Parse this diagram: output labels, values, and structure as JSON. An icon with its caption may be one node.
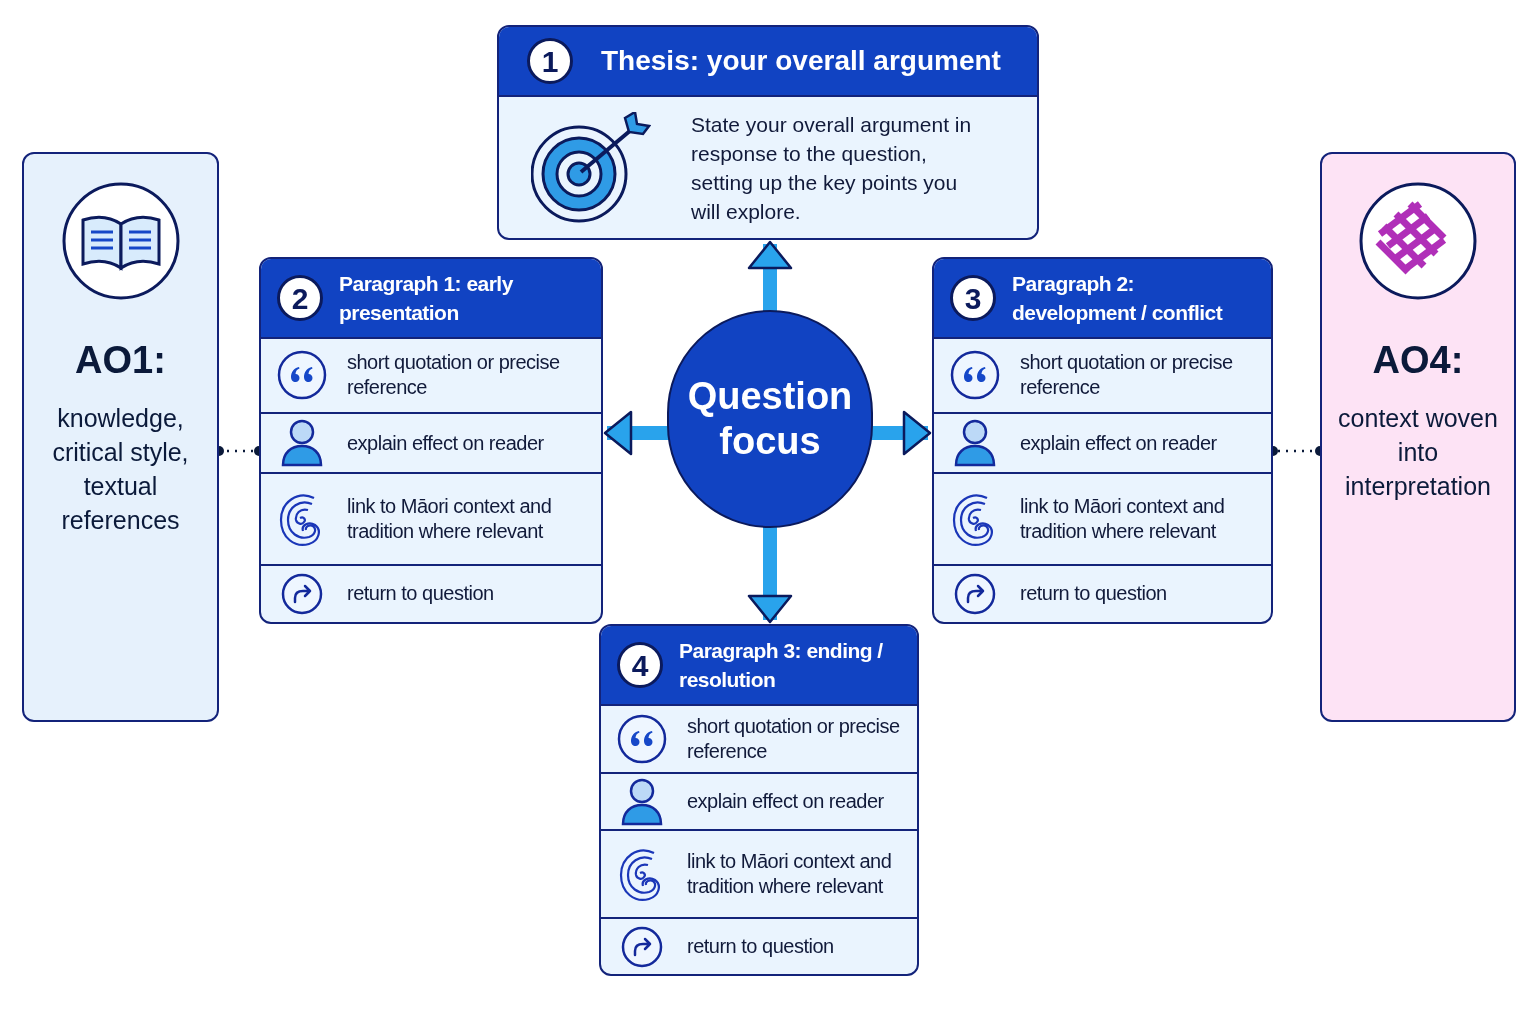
{
  "diagram": {
    "nodes": [
      {
        "text": [
          "1",
          "Thesis: your overall argument",
          "State your overall argument in response to the question, setting up the key points you will explore."
        ]
      },
      {
        "text": [
          "AO1:",
          "knowledge, critical style, textual references"
        ]
      },
      {
        "text": [
          "2",
          "Paragraph 1: early presentation"
        ]
      },
      {
        "text": [
          "short quotation or precise reference"
        ],
        "in": 2
      },
      {
        "text": [
          "explain effect on reader"
        ],
        "in": 2
      },
      {
        "text": [
          "link to Māori context and tradition where relevant"
        ],
        "in": 2
      },
      {
        "text": [
          "return to question"
        ],
        "in": 2
      },
      {
        "text": [
          "Question focus"
        ]
      },
      {
        "text": [
          "3",
          "Paragraph 2: development / conflict"
        ]
      },
      {
        "text": [
          "short quotation or precise reference"
        ],
        "in": 8
      },
      {
        "text": [
          "explain effect on reader"
        ],
        "in": 8
      },
      {
        "text": [
          "link to Māori context and tradition where relevant"
        ],
        "in": 8
      },
      {
        "text": [
          "return to question"
        ],
        "in": 8
      },
      {
        "text": [
          "AO4:",
          "context woven into interpretation"
        ]
      },
      {
        "text": [
          "4",
          "Paragraph 3: ending / resolution"
        ]
      },
      {
        "text": [
          "short quotation or precise reference"
        ],
        "in": 14
      },
      {
        "text": [
          "explain effect on reader"
        ],
        "in": 14
      },
      {
        "text": [
          "link to Māori context and tradition where relevant"
        ],
        "in": 14
      },
      {
        "text": [
          "return to question"
        ],
        "in": 14
      }
    ],
    "edges": [
      {
        "from": 7,
        "to": 0,
        "arrow": "to"
      },
      {
        "from": 7,
        "to": 2,
        "arrow": "to"
      },
      {
        "from": 7,
        "to": 8,
        "arrow": "to"
      },
      {
        "from": 7,
        "to": 14,
        "arrow": "to"
      },
      {
        "from": 1,
        "to": 2,
        "arrow": "other",
        "style": "dashed",
        "color": "#0b1a3a"
      },
      {
        "from": 13,
        "to": 8,
        "arrow": "other",
        "style": "dashed",
        "color": "#0b1a3a"
      }
    ]
  }
}
